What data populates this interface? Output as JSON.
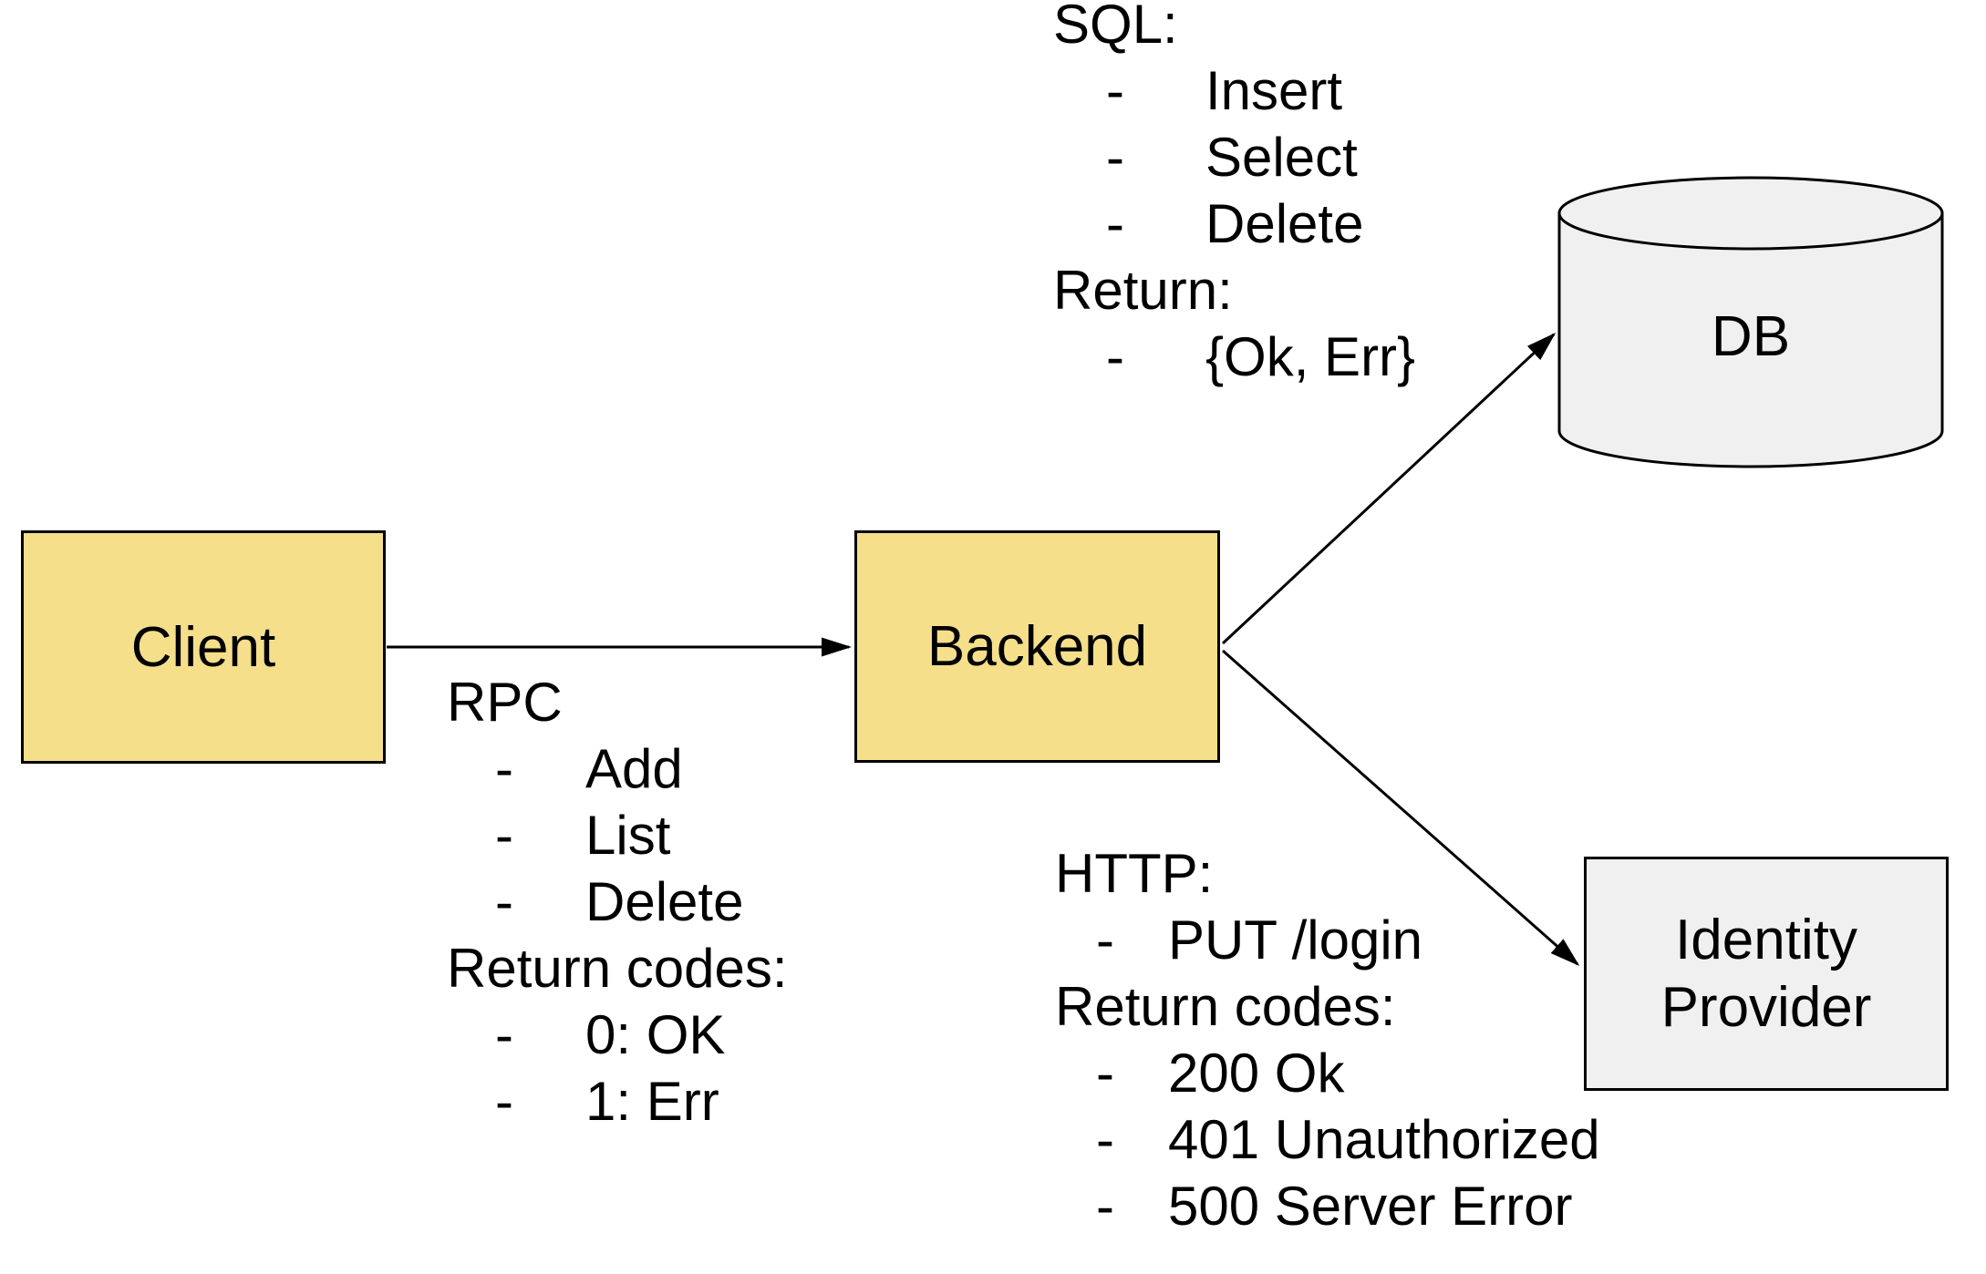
{
  "colors": {
    "service_fill": "#f6df8b",
    "external_fill": "#f0f0f0",
    "stroke": "#000000",
    "text": "#000000"
  },
  "nodes": {
    "client": {
      "label": "Client",
      "shape": "box"
    },
    "backend": {
      "label": "Backend",
      "shape": "box"
    },
    "db": {
      "label": "DB",
      "shape": "cylinder"
    },
    "identity_provider": {
      "label": "Identity Provider",
      "shape": "box"
    }
  },
  "edges": [
    {
      "from": "Client",
      "to": "Backend",
      "label_ref": "rpc"
    },
    {
      "from": "Backend",
      "to": "DB",
      "label_ref": "sql"
    },
    {
      "from": "Backend",
      "to": "Identity Provider",
      "label_ref": "http"
    }
  ],
  "annotations": {
    "bullet_char": "-",
    "rpc": {
      "title": "RPC",
      "calls": [
        "Add",
        "List",
        "Delete"
      ],
      "return_title": "Return codes:",
      "returns": [
        "0: OK",
        "1: Err"
      ]
    },
    "sql": {
      "title": "SQL:",
      "calls": [
        "Insert",
        "Select",
        "Delete"
      ],
      "return_title": "Return:",
      "returns": [
        "{Ok, Err}"
      ]
    },
    "http": {
      "title": "HTTP:",
      "calls": [
        "PUT /login"
      ],
      "return_title": "Return codes:",
      "returns": [
        "200 Ok",
        "401 Unauthorized",
        "500 Server Error"
      ]
    }
  }
}
